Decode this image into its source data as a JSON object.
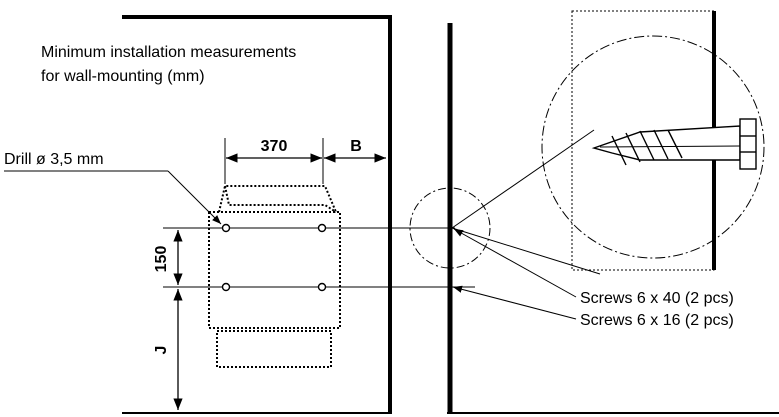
{
  "title": {
    "line1": "Minimum installation measurements",
    "line2": "for wall-mounting (mm)"
  },
  "callouts": {
    "drill": "Drill ø 3,5 mm",
    "screws_large": "Screws  6 x 40 (2 pcs)",
    "screws_small": "Screws  6 x 16 (2 pcs)"
  },
  "dimensions": {
    "width": "370",
    "side_clearance": "B",
    "hole_spacing": "150",
    "floor_clearance": "J"
  },
  "icons": [
    "wall-section",
    "unit-outline",
    "drill-hole",
    "screw-detail",
    "zoom-circle"
  ]
}
